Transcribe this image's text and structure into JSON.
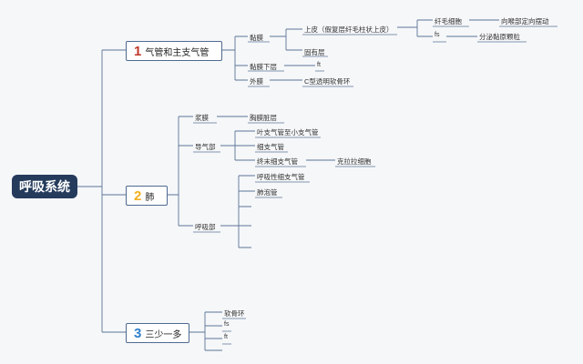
{
  "root": "呼吸系统",
  "branches": [
    {
      "number": "1",
      "number_color": "#c0392b",
      "label": "气管和主支气管"
    },
    {
      "number": "2",
      "number_color": "#f2b01e",
      "label": "肺"
    },
    {
      "number": "3",
      "number_color": "#2f80c9",
      "label": "三少一多"
    }
  ],
  "nodes": {
    "nianmo": "黏膜",
    "shangpi": "上皮（假复层纤毛柱状上皮）",
    "xianmao": "纤毛细胞",
    "xianmao_note": "向喉部定向摆动",
    "fs1": "fs",
    "fs1_note": "分泌黏原颗粒",
    "guyouceng": "固有层",
    "nianmoxia": "黏膜下层",
    "ft1": "ft",
    "waimo": "外膜",
    "waimo_note": "C型透明软骨环",
    "jiangmo": "浆膜",
    "jiangmo_note": "胸膜脏层",
    "daoqibu": "导气部",
    "dq1": "叶支气管至小支气管",
    "dq2": "细支气管",
    "dq3": "终末细支气管",
    "dq3_note": "克拉拉细胞",
    "huxibu": "呼吸部",
    "hx1": "呼吸性细支气管",
    "hx2": "肺泡管",
    "s1": "软骨环",
    "s2": "fs",
    "s3": "ft"
  }
}
